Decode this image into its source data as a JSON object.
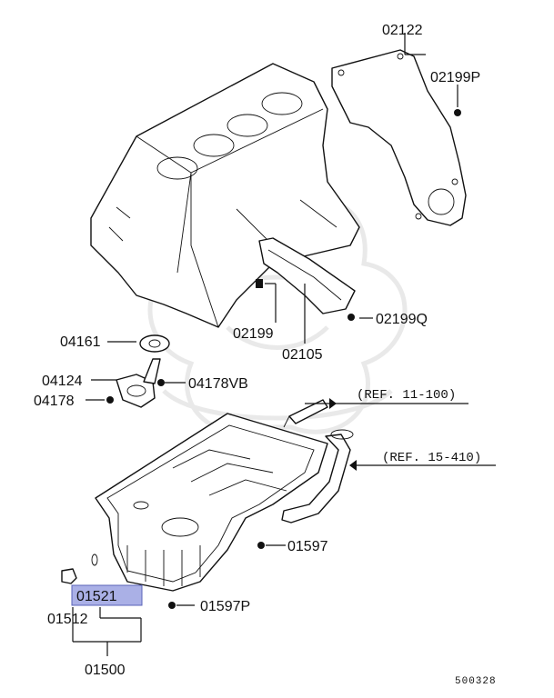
{
  "labels": {
    "p02122": "02122",
    "p02199P": "02199P",
    "p02199": "02199",
    "p02105": "02105",
    "p02199Q": "02199Q",
    "p04161": "04161",
    "p04124": "04124",
    "p04178VB": "04178VB",
    "p04178": "04178",
    "ref11": "(REF. 11-100)",
    "ref15": "(REF. 15-410)",
    "p01597": "01597",
    "p01521": "01521",
    "p01512": "01512",
    "p01597P": "01597P",
    "p01500": "01500",
    "code": "500328"
  },
  "colors": {
    "highlight": "#aab0e6",
    "line": "#111111",
    "watermark": "#e9e9e9"
  }
}
